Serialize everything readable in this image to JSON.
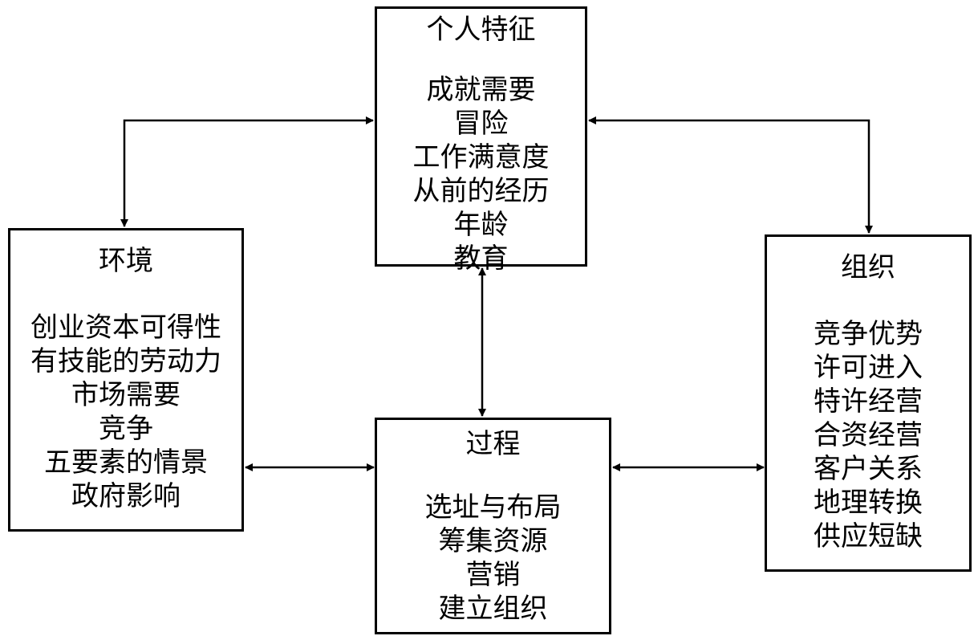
{
  "diagram": {
    "personal": {
      "title": "个人特征",
      "items": [
        "成就需要",
        "冒险",
        "工作满意度",
        "从前的经历",
        "年龄",
        "教育"
      ]
    },
    "environment": {
      "title": "环境",
      "items": [
        "创业资本可得性",
        "有技能的劳动力",
        "市场需要",
        "竞争",
        "五要素的情景",
        "政府影响"
      ]
    },
    "organization": {
      "title": "组织",
      "items": [
        "竞争优势",
        "许可进入",
        "特许经营",
        "合资经营",
        "客户关系",
        "地理转换",
        "供应短缺"
      ]
    },
    "process": {
      "title": "过程",
      "items": [
        "选址与布局",
        "筹集资源",
        "营销",
        "建立组织"
      ]
    },
    "connections": [
      {
        "from": "personal",
        "to": "environment",
        "type": "bidirectional"
      },
      {
        "from": "personal",
        "to": "organization",
        "type": "bidirectional"
      },
      {
        "from": "personal",
        "to": "process",
        "type": "bidirectional"
      },
      {
        "from": "environment",
        "to": "process",
        "type": "bidirectional"
      },
      {
        "from": "process",
        "to": "organization",
        "type": "bidirectional"
      }
    ]
  }
}
